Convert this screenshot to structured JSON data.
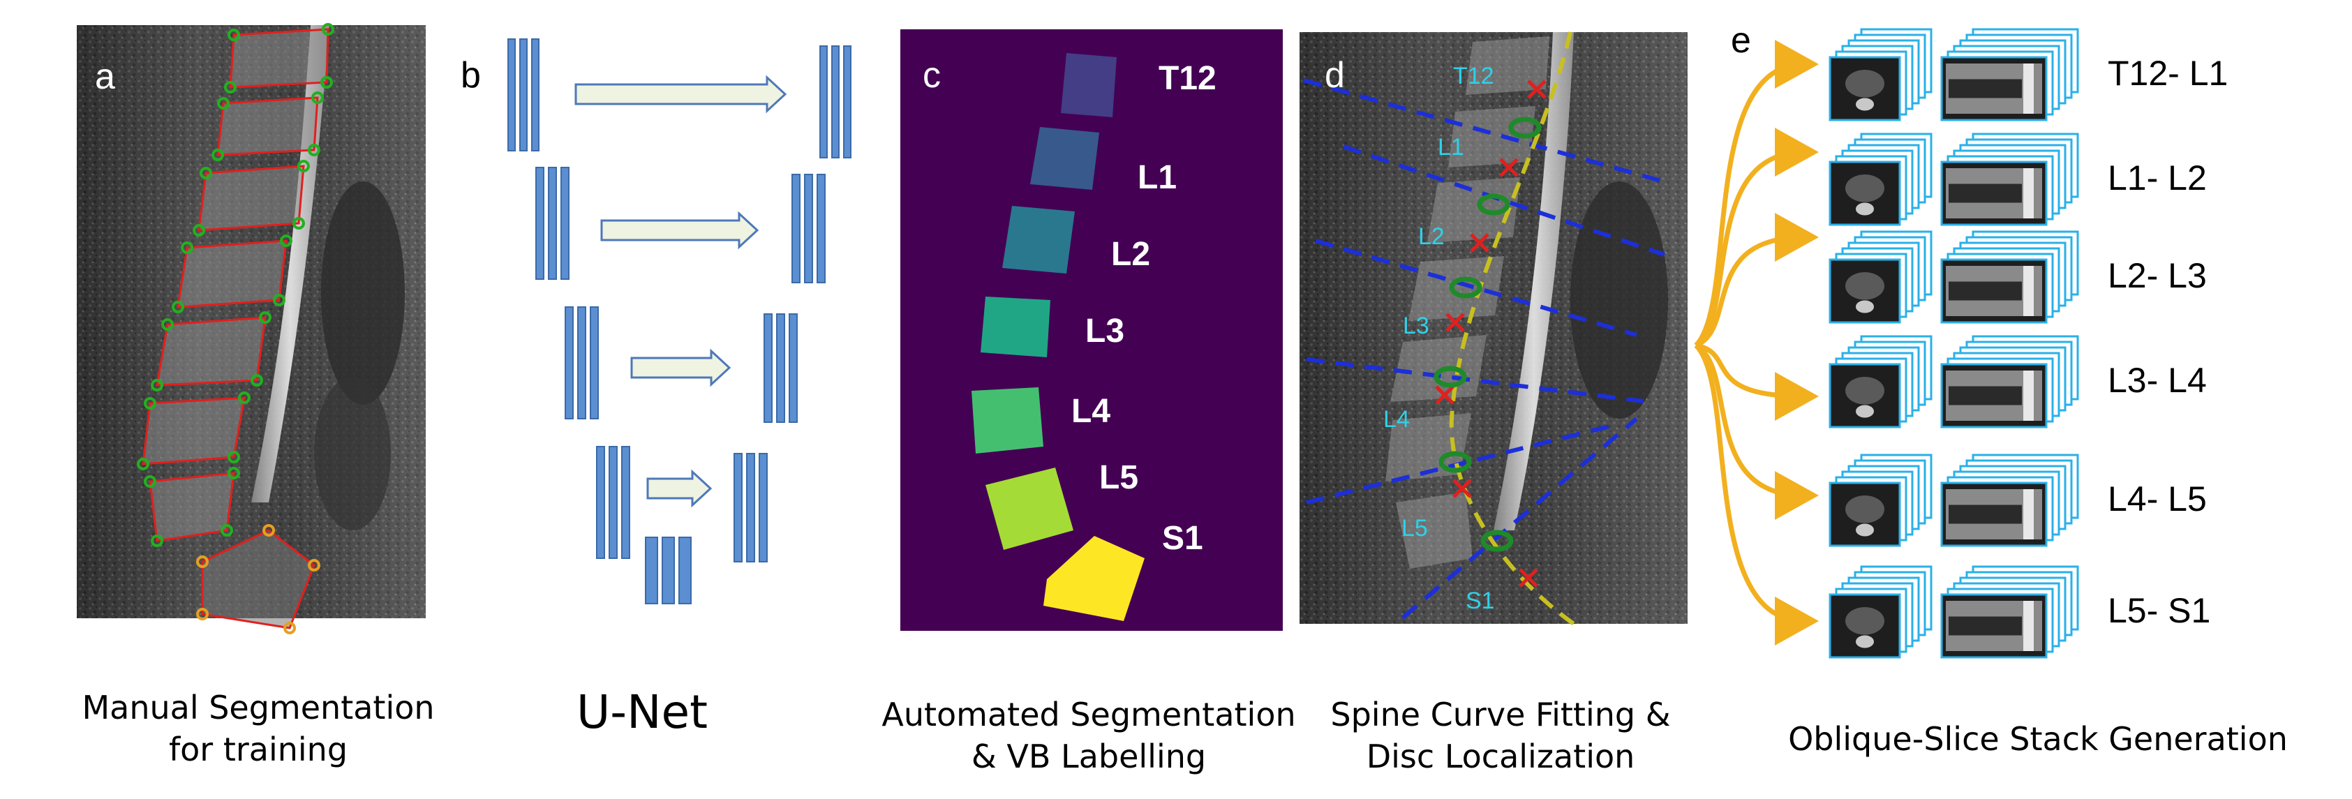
{
  "panels": [
    {
      "letter": "a",
      "caption_line1": "Manual Segmentation",
      "caption_line2": "for training"
    },
    {
      "letter": "b",
      "caption_line1": "U-Net",
      "caption_line2": ""
    },
    {
      "letter": "c",
      "caption_line1": "Automated Segmentation",
      "caption_line2": "& VB Labelling"
    },
    {
      "letter": "d",
      "caption_line1": "Spine Curve Fitting &",
      "caption_line2": "Disc Localization"
    },
    {
      "letter": "e",
      "caption_line1": "Oblique-Slice Stack Generation",
      "caption_line2": ""
    }
  ],
  "vertebra_labels": [
    "T12",
    "L1",
    "L2",
    "L3",
    "L4",
    "L5",
    "S1"
  ],
  "vertebra_colors": [
    "#433e85",
    "#38598c",
    "#2a788e",
    "#21a685",
    "#44bf70",
    "#a5db36",
    "#fde725"
  ],
  "segmentation_background": "#440154",
  "fit_labels": [
    "T12",
    "L1",
    "L2",
    "L3",
    "L4",
    "L5",
    "S1"
  ],
  "disc_levels": [
    "T12- L1",
    "L1- L2",
    "L2- L3",
    "L3- L4",
    "L4- L5",
    "L5- S1"
  ],
  "colors": {
    "unet_block": "#5b8fd1",
    "unet_arrow_fill": "#eef3e2",
    "unet_arrow_stroke": "#4e78b8",
    "segmentation_outline": "#e0201e",
    "landmark_point": "#22b020",
    "landmark_point_sacrum": "#e5a020",
    "disc_line": "#1c2fd8",
    "curve": "#c8c020",
    "centroid_marker": "#e02020",
    "disc_center": "#1f8a2a",
    "fit_label_color": "#30d0e8",
    "stack_border": "#2ab0e8",
    "fan_arrow": "#f2b01e"
  }
}
